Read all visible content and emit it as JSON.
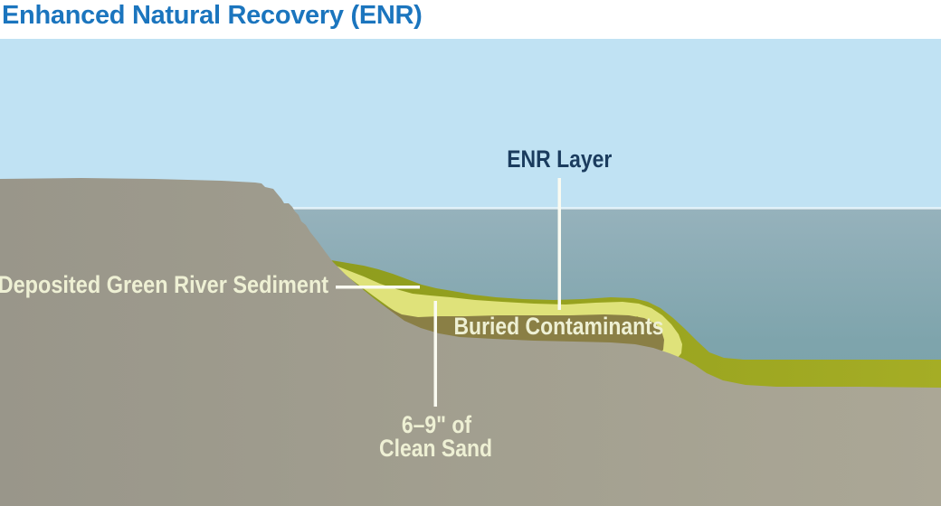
{
  "page": {
    "title": "Enhanced Natural Recovery (ENR)"
  },
  "diagram": {
    "type": "labeled cross-section illustration of a riverbed remediation technique",
    "labels": {
      "enr_layer": "ENR Layer",
      "deposited_sediment": "Deposited Green River Sediment",
      "buried_contaminants": "Buried Contaminants",
      "clean_sand_line1": "6–9\" of",
      "clean_sand_line2": "Clean Sand"
    },
    "colors": {
      "title_blue": "#1B75BE",
      "sky_blue": "#C0E2F3",
      "water_top": "#96B2BC",
      "water_mid": "#7EA4AC",
      "water_bottom": "#78A0A8",
      "water_surface_highlight": "rgba(255,255,255,0.55)",
      "riverbed_gray_left": "#99968A",
      "riverbed_gray_mid": "#A3A090",
      "riverbed_gray_right": "#ABA796",
      "enr_green_dark": "#8E9C1E",
      "enr_green_mid": "#98A31F",
      "enr_green_light": "#A5AD25",
      "clean_sand_yellow": "#DFE27A",
      "contaminants_brown": "#8A7F45",
      "label_cream": "#EEF0D4",
      "label_navy": "#1B3C5E",
      "pointer_line": "#FAFBF1"
    }
  }
}
